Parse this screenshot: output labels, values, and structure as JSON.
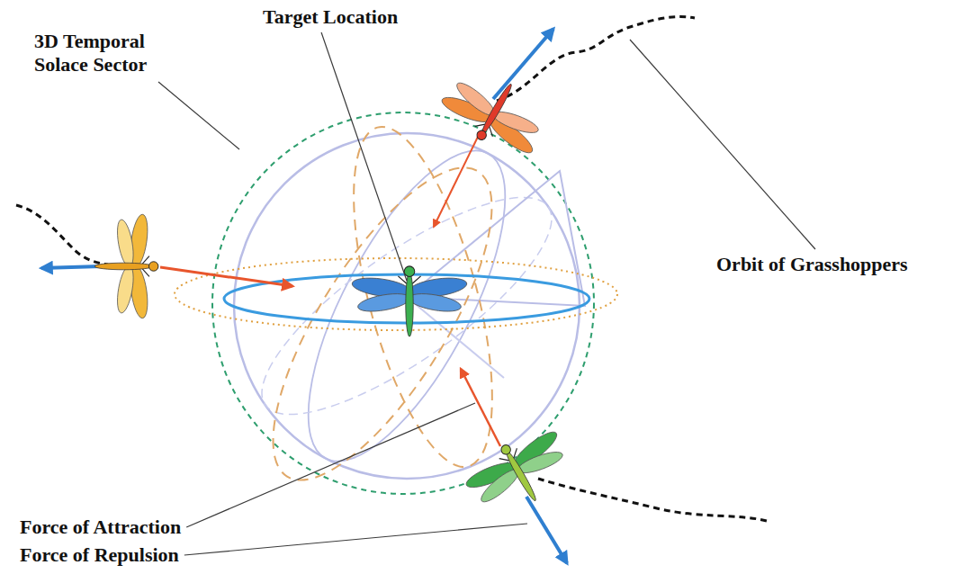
{
  "diagram": {
    "labels": [
      "Target Location",
      "3D Temporal Solace Sector",
      "Orbit of Grasshoppers",
      "Force of Attraction",
      "Force of Repulsion"
    ]
  }
}
